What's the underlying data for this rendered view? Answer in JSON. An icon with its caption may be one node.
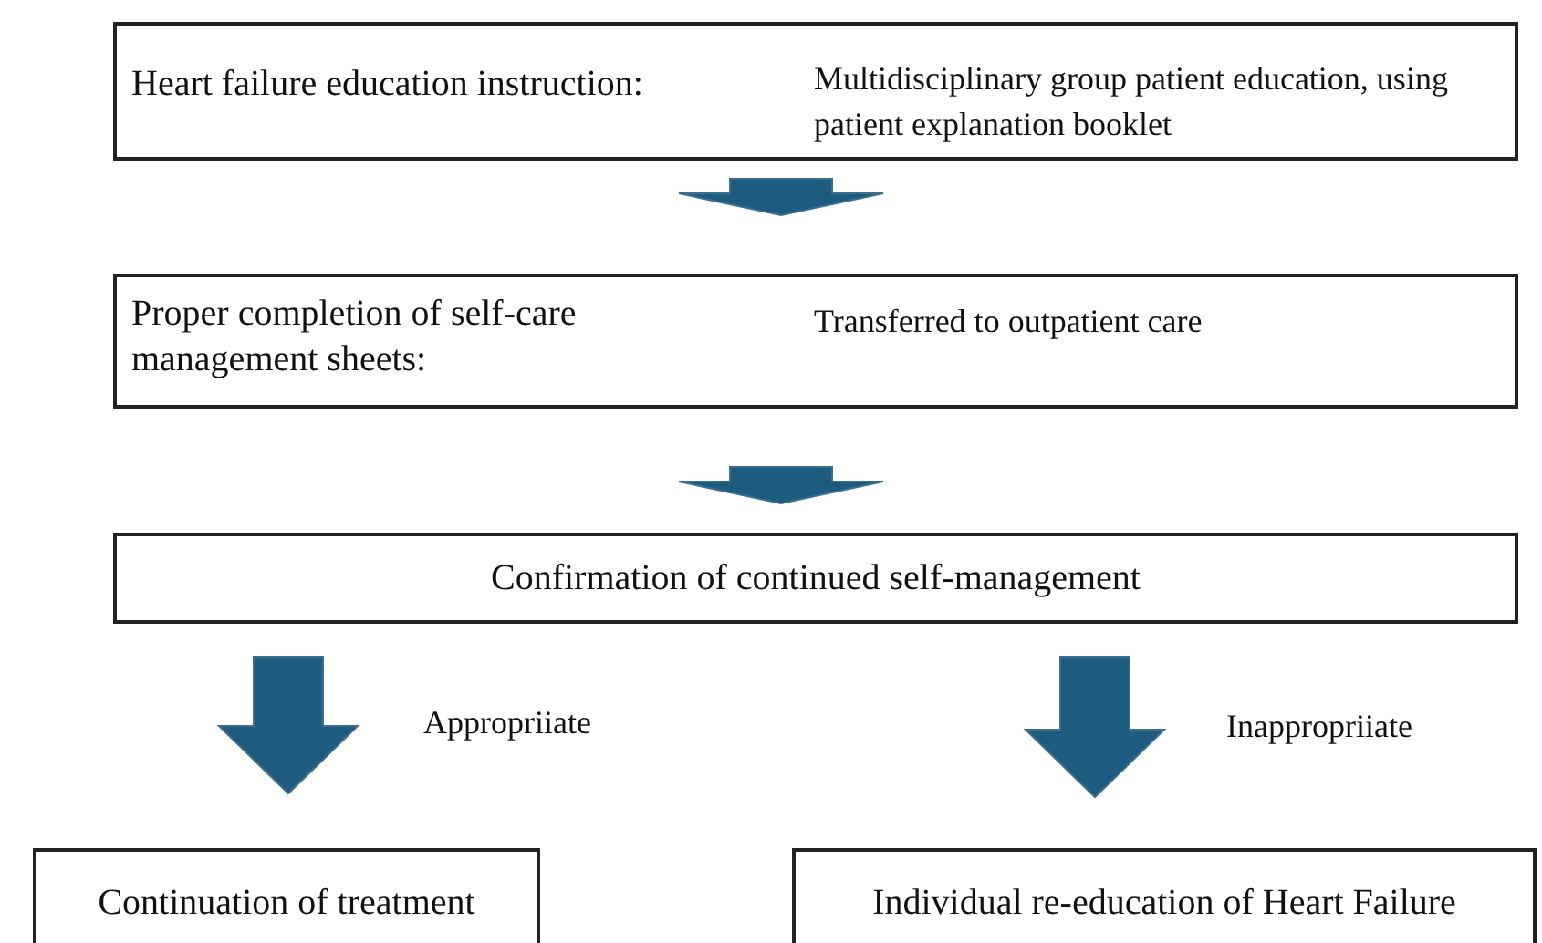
{
  "diagram": {
    "nodes": [
      {
        "text": [
          "Heart failure education instruction:",
          "Multidisciplinary group patient education, using patient explanation booklet"
        ]
      },
      {
        "text": [
          "Proper completion of self-care management sheets:",
          "Transferred to outpatient care"
        ]
      },
      {
        "text": [
          "Confirmation of continued self-management"
        ]
      },
      {
        "text": [
          "Continuation of treatment"
        ]
      },
      {
        "text": [
          "Individual re-education of Heart Failure"
        ]
      }
    ],
    "edges": [
      {
        "from": 0,
        "to": 1,
        "arrow": "to"
      },
      {
        "from": 1,
        "to": 2,
        "arrow": "to"
      },
      {
        "from": 2,
        "to": 3,
        "arrow": "to",
        "label": "Appropriiate"
      },
      {
        "from": 2,
        "to": 4,
        "arrow": "to",
        "label": "Inappropriiate"
      }
    ]
  }
}
